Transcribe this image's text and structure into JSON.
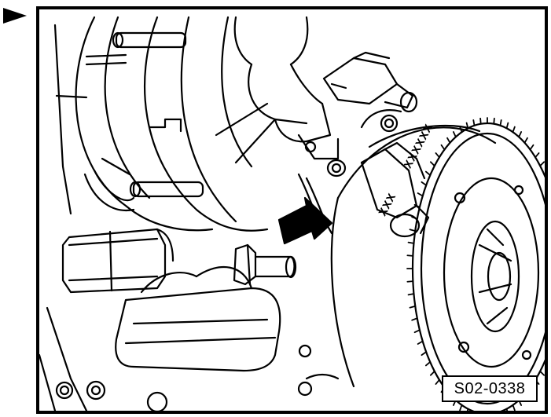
{
  "figure": {
    "reference_code": "S02-0338",
    "engraving_line_1": "XXX",
    "engraving_line_2": "XXXXXX"
  },
  "colors": {
    "ink": "#000000",
    "paper": "#ffffff"
  },
  "icons": {
    "marker": "pointer-triangle-icon",
    "arrow": "direction-arrow-icon"
  }
}
